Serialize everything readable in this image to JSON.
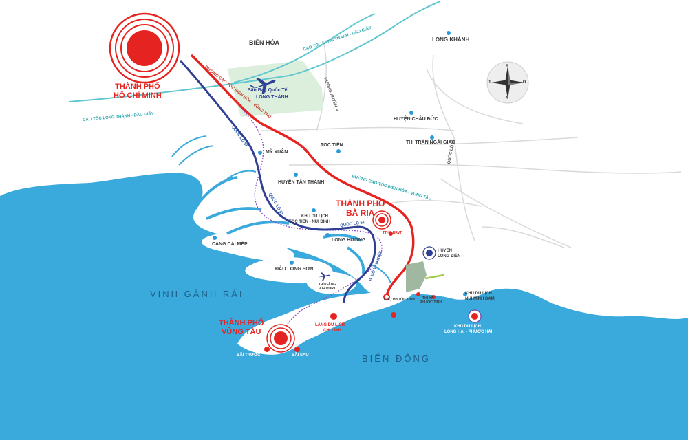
{
  "cities": {
    "hcm": [
      "THÀNH PHỐ",
      "HỒ CHÍ MINH"
    ],
    "baria": [
      "THÀNH PHỐ",
      "BÀ RỊA"
    ],
    "vungtau": [
      "THÀNH PHỐ",
      "VŨNG TÀU"
    ]
  },
  "seas": {
    "ganhrai": "VỊNH GÀNH RÁI",
    "biendong": "BIỂN ĐÔNG"
  },
  "places": {
    "bienhoa": "BIÊN HÒA",
    "longkhanh": "LONG KHÁNH",
    "airport_1": "Sân Bay Quốc Tế",
    "airport_2": "LONG THÀNH",
    "chauduc": "HUYỆN CHÂU ĐỨC",
    "ngaigiao": "THỊ TRẤN NGÃI GIAO",
    "myxuan": "MỸ XUÂN",
    "toctien": "TÓC TIÊN",
    "tanthanh": "HUYỆN TÂN THÀNH",
    "khudulich_1": "KHU DU LỊCH",
    "khudulich_2": "TÓC TIÊN - NÚI DINH",
    "caimep": "CẢNG CÁI MÉP",
    "longhuong": "LONG HƯƠNG",
    "daolongson": "ĐẢO LONG SƠN",
    "gogang_1": "GÒ GĂNG",
    "gogang_2": "AIR PORT",
    "ttbrvt": "TTHC BRVT",
    "longdien_1": "HUYỆN",
    "longdien_2": "LONG ĐIỀN",
    "phuoctinh": "CHỢ PHƯỚC TỈNH",
    "thixa_1": "THỊ XÃ",
    "thixa_2": "PHƯỚC TỈNH",
    "nuiminhdam_1": "KHU DU LỊCH",
    "nuiminhdam_2": "NÚI MINH ĐẠM",
    "longhai_1": "KHU DU LỊCH",
    "longhai_2": "LONG HẢI - PHƯỚC HẢI",
    "chilinh_1": "LÀNG DU LỊCH",
    "chilinh_2": "CHÍ LINH",
    "baitruoc": "BÃI TRƯỚC",
    "baisau": "BÃI SAU"
  },
  "roads": {
    "ct_lt_dg_top": "CAO TỐC LONG THÀNH - DẦU GIÂY",
    "ct_lt_dg_left": "CAO TỐC LONG THÀNH - DẦU GIÂY",
    "ct_bh_vt_top": "ĐƯỜNG CAO TỐC BIÊN HÒA - VŨNG TÀU",
    "ct_bh_vt_mid": "ĐƯỜNG CAO TỐC BIÊN HÒA - VŨNG TÀU",
    "xuyen_a": "ĐƯỜNG XUYÊN Á",
    "ql51_a": "QUỐC LỘ 51",
    "ql51_b": "QUỐC LỘ 51",
    "ql51_c": "QUỐC LỘ 51",
    "ql56": "QUỐC LỘ 56",
    "ven_bien": "Đ. VÕ VĂN KIỆT"
  },
  "compass": {
    "n": "B",
    "s": "N",
    "e": "Đ",
    "w": "T"
  },
  "colors": {
    "sea": "#3aa9dc",
    "land": "#ffffff",
    "city_red": "#e52421",
    "expressway_red": "#e52421",
    "highway_blue": "#2f3f93",
    "expressway_teal": "#5fc7d0",
    "airport_green": "#dcefdc",
    "dot_blue": "#2b9bd8"
  }
}
